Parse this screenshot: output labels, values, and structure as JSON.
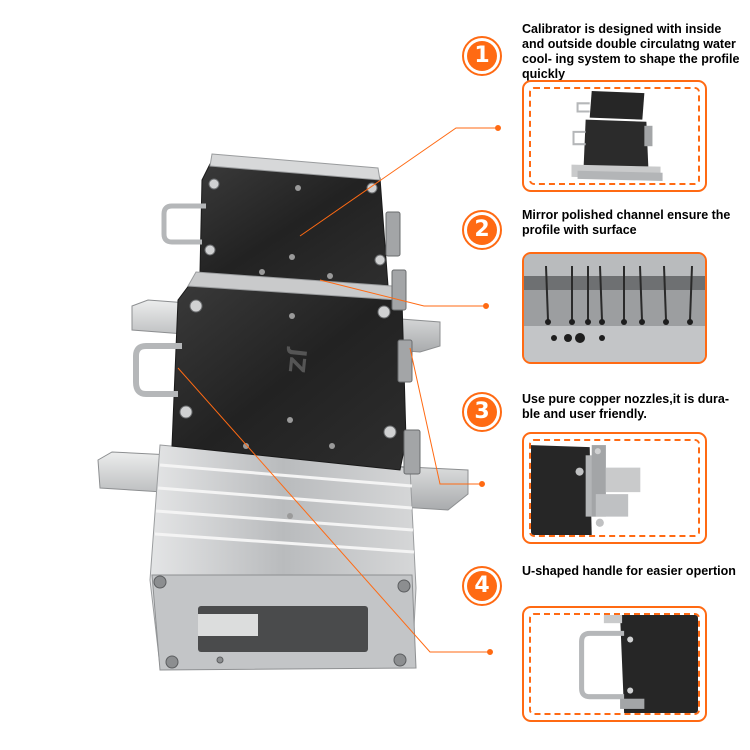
{
  "colors": {
    "accent": "#ff6a13",
    "text": "#000000",
    "plate": "#2a2a2a",
    "steel": "#c7c9cb"
  },
  "product": {
    "logo_text": "JZ",
    "icon": "calibrator-mold-image"
  },
  "features": [
    {
      "number": "1",
      "text": "Calibrator is designed with inside and outside double circulatng water cool- ing system to shape the profile quickly",
      "detail_icon": "calibrator-overview-photo"
    },
    {
      "number": "2",
      "text": "Mirror polished channel ensure the profile with surface",
      "detail_icon": "polished-channel-photo"
    },
    {
      "number": "3",
      "text": "Use pure copper nozzles,it is dura- ble and user friendly.",
      "detail_icon": "copper-nozzle-photo"
    },
    {
      "number": "4",
      "text": "U-shaped handle for easier opertion",
      "detail_icon": "u-handle-photo"
    }
  ]
}
